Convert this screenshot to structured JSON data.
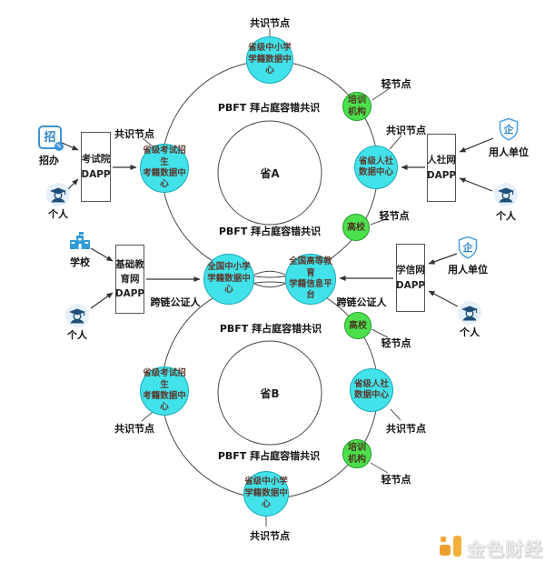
{
  "rings": {
    "pbft": "PBFT 拜占庭容错共识",
    "province_a": "省A",
    "province_b": "省B"
  },
  "roles": {
    "consensus": "共识节点",
    "light": "轻节点",
    "notary": "跨链公证人"
  },
  "nodes": {
    "a_top": "省级中小学\n学籍数据中心",
    "a_left": "省级考试招生\n考籍数据中心",
    "a_right": "省级人社\n数据中心",
    "a_training": "培训\n机构",
    "a_college": "高校",
    "center_left": "全国中小学\n学籍数据中心",
    "center_right": "全国高等教育\n学籍信息平台",
    "b_college": "高校",
    "b_right": "省级人社\n数据中心",
    "b_training": "培训\n机构",
    "b_bottom": "省级中小学\n学籍数据中心",
    "b_left": "省级考试招生\n考籍数据中心"
  },
  "dapps": {
    "kaoshiyuan": "考试院\nDAPP",
    "jichu": "基础教\n育网\nDAPP",
    "renshe": "人社网\nDAPP",
    "xuexin": "学信网\nDAPP"
  },
  "actors": {
    "zhaoban": "招办",
    "zhaoban_glyph": "招",
    "geren": "个人",
    "xuexiao": "学校",
    "yongren": "用人单位",
    "qi_glyph": "企"
  },
  "watermark": {
    "name": "金色财经"
  },
  "colors": {
    "node_cyan": "#41e2e9",
    "node_green": "#4de04d",
    "icon_blue": "#2e86c8",
    "watermark_orange": "#f0a32f"
  }
}
